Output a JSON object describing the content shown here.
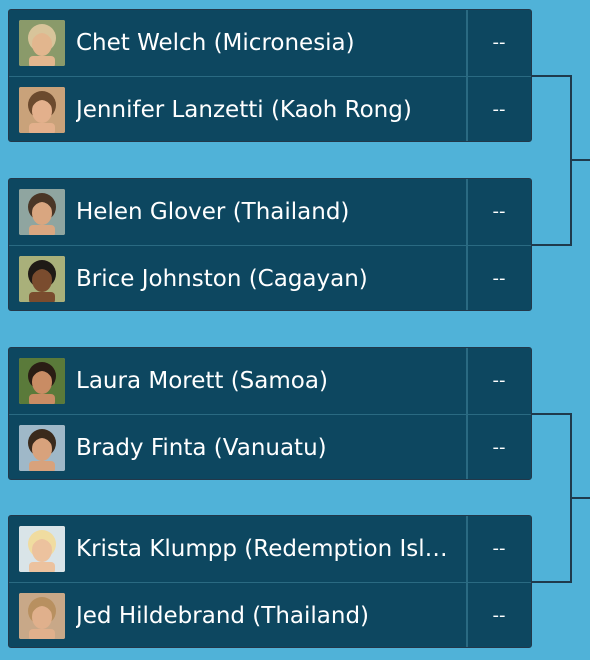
{
  "bracket": {
    "matchups": [
      {
        "contestants": [
          {
            "name": "Chet Welch (Micronesia)",
            "score": "--",
            "skin": "#e2b68e",
            "hair": "#d8c49a",
            "bg": "#8a9a6a"
          },
          {
            "name": "Jennifer Lanzetti (Kaoh Rong)",
            "score": "--",
            "skin": "#e3b08c",
            "hair": "#6b4a2e",
            "bg": "#c9a27a"
          }
        ]
      },
      {
        "contestants": [
          {
            "name": "Helen Glover (Thailand)",
            "score": "--",
            "skin": "#d9a680",
            "hair": "#4a3626",
            "bg": "#8fa5a0"
          },
          {
            "name": "Brice Johnston (Cagayan)",
            "score": "--",
            "skin": "#7a4c2e",
            "hair": "#1f1a16",
            "bg": "#a9b07a"
          }
        ]
      },
      {
        "contestants": [
          {
            "name": "Laura Morett (Samoa)",
            "score": "--",
            "skin": "#c98c64",
            "hair": "#2a1d14",
            "bg": "#5a7a3a"
          },
          {
            "name": "Brady Finta (Vanuatu)",
            "score": "--",
            "skin": "#d8a27c",
            "hair": "#3a2a1c",
            "bg": "#9fb8c8"
          }
        ]
      },
      {
        "contestants": [
          {
            "name": "Krista Klumpp (Redemption Island)",
            "score": "--",
            "skin": "#ecc29e",
            "hair": "#f0dca0",
            "bg": "#d9e4e8"
          },
          {
            "name": "Jed Hildebrand (Thailand)",
            "score": "--",
            "skin": "#e0b08c",
            "hair": "#b89060",
            "bg": "#c8a888"
          }
        ]
      }
    ]
  },
  "colors": {
    "background": "#50b2d8",
    "card": "#0d4760",
    "divider": "#2a6a82",
    "connector": "#1f3a4c",
    "text": "#ffffff"
  }
}
